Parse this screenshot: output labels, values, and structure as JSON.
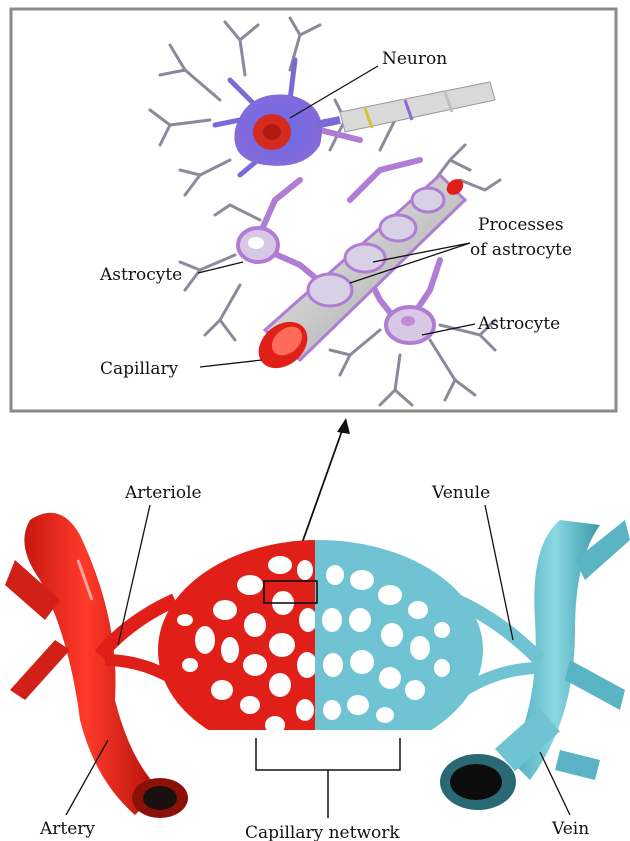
{
  "inset": {
    "labels": {
      "neuron": "Neuron",
      "processes_line1": "Processes",
      "processes_line2": "of astrocyte",
      "astrocyte_left": "Astrocyte",
      "astrocyte_right": "Astrocyte",
      "capillary": "Capillary"
    }
  },
  "network": {
    "labels": {
      "arteriole": "Arteriole",
      "venule": "Venule",
      "artery": "Artery",
      "vein": "Vein",
      "capillary_network": "Capillary network"
    }
  },
  "colors": {
    "arterial_red": "#e02018",
    "venous_blue": "#6fc3d2",
    "astrocyte_purple": "#b07cd4",
    "neuron_body": "#5a5ad8",
    "nucleus_red": "#d42a20",
    "frame_gray": "#8a8a8a"
  }
}
